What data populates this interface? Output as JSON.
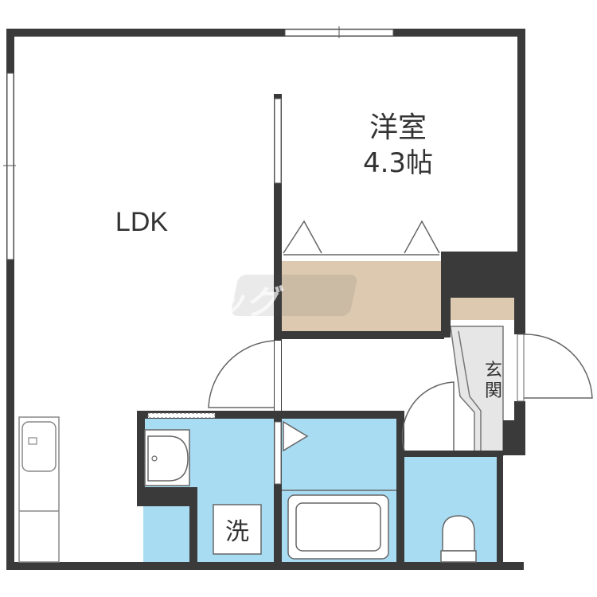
{
  "rooms": {
    "western_room_name": "洋室",
    "western_room_size": "4.3帖",
    "ldk_label": "LDK",
    "entrance_label_top": "玄",
    "entrance_label_bottom": "関",
    "washroom_label": "洗"
  },
  "watermark": {
    "text": "ビッグ"
  },
  "colors": {
    "wall": "#3a3a3a",
    "wet_area": "#a8dcf3",
    "closet": "#dcc9b0",
    "entrance_floor": "#e9e9e9",
    "window": "#ffffff",
    "label_text": "#333333"
  }
}
